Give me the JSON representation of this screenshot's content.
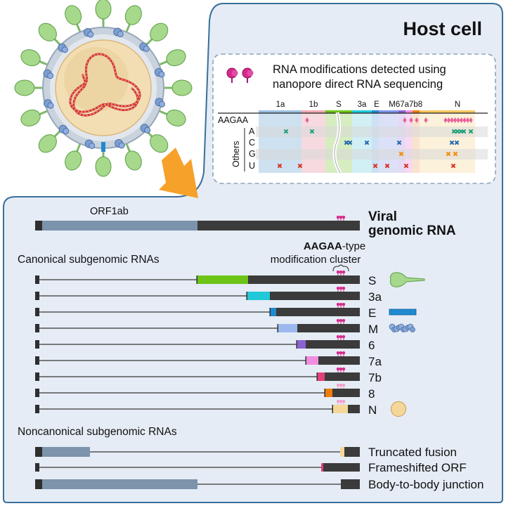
{
  "host_cell_title": "Host cell",
  "legend": {
    "text_line1": "RNA modifications detected using",
    "text_line2": "nanopore direct RNA sequencing",
    "icon": "modification-pin-icon"
  },
  "mod_panel": {
    "gene_labels": [
      "1a",
      "1b",
      "S",
      "3a",
      "E",
      "M",
      "67a7b8",
      "N"
    ],
    "row_labels": [
      "AAGAA",
      "A",
      "C",
      "G",
      "U"
    ],
    "others_label": "Others",
    "colors": {
      "A": "#1a9e77",
      "C": "#2166ac",
      "G": "#f08c00",
      "U": "#d7301f",
      "AAGAA": "#e8619a"
    }
  },
  "genomic": {
    "orf_label": "ORF1ab",
    "title_line1": "Viral",
    "title_line2": "genomic RNA"
  },
  "canonical": {
    "heading": "Canonical subgenomic RNAs",
    "cluster_label_bold": "AAGAA",
    "cluster_label_rest": "-type",
    "cluster_label_line2": "modification cluster",
    "rows": [
      {
        "label": "S",
        "color": "#6cc417",
        "icon": "spike-protein-icon"
      },
      {
        "label": "3a",
        "color": "#20c8d8",
        "icon": ""
      },
      {
        "label": "E",
        "color": "#1f8ad0",
        "icon": "envelope-protein-icon"
      },
      {
        "label": "M",
        "color": "#9db8ee",
        "icon": "membrane-protein-icon"
      },
      {
        "label": "6",
        "color": "#8a63d2",
        "icon": ""
      },
      {
        "label": "7a",
        "color": "#f08de0",
        "icon": ""
      },
      {
        "label": "7b",
        "color": "#e3407a",
        "icon": ""
      },
      {
        "label": "8",
        "color": "#ef7d0a",
        "icon": ""
      },
      {
        "label": "N",
        "color": "#f6d79a",
        "icon": "nucleocapsid-protein-icon"
      }
    ]
  },
  "noncanonical": {
    "heading": "Noncanonical subgenomic RNAs",
    "rows": [
      {
        "label": "Truncated fusion"
      },
      {
        "label": "Frameshifted ORF"
      },
      {
        "label": "Body-to-body junction"
      }
    ]
  },
  "colors": {
    "panel_fill": "#e5ecf5",
    "panel_stroke": "#3a6f9a",
    "orf_blue": "#7b93ab",
    "dark_rna": "#3b3b3b",
    "arrow": "#f5a12a",
    "pink_mod": "#d6298b"
  }
}
